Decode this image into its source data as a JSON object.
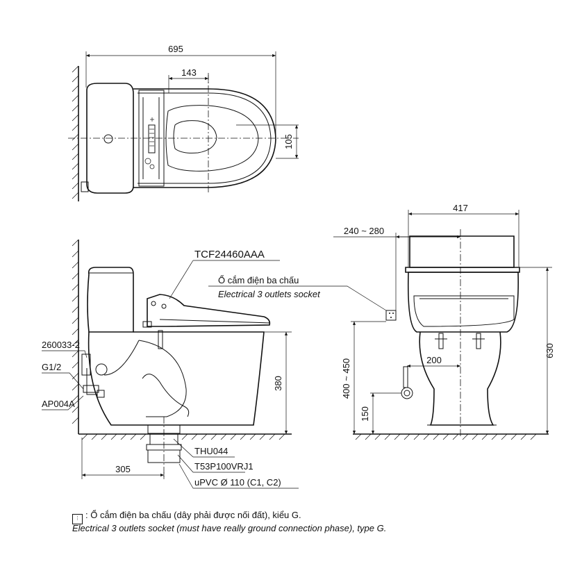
{
  "dimensions": {
    "overall_length": "695",
    "seat_offset": "143",
    "seat_half_width": "105",
    "seat_height": "380",
    "rough_in": "305",
    "front_width": "417",
    "outlet_range": "240 ~ 280",
    "total_height": "630",
    "outlet_height_range": "400 ~ 450",
    "water_inlet_height": "150",
    "inlet_offset": "200"
  },
  "labels": {
    "seat_model": "TCF24460AAA",
    "valve_part": "260033-2",
    "thread": "G1/2",
    "angle_valve": "AP004A",
    "flange": "THU044",
    "drain": "T53P100VRJ1",
    "pipe": "uPVC Ø 110 (C1, C2)",
    "socket_vi": "Ổ cắm điện ba chấu",
    "socket_en": "Electrical 3 outlets socket"
  },
  "note": {
    "icon": "three-pin-socket-icon",
    "vi": ": Ổ cắm điện ba chấu (dây phải được nối đất), kiểu G.",
    "en": "Electrical 3 outlets socket (must have really ground connection phase), type G."
  }
}
